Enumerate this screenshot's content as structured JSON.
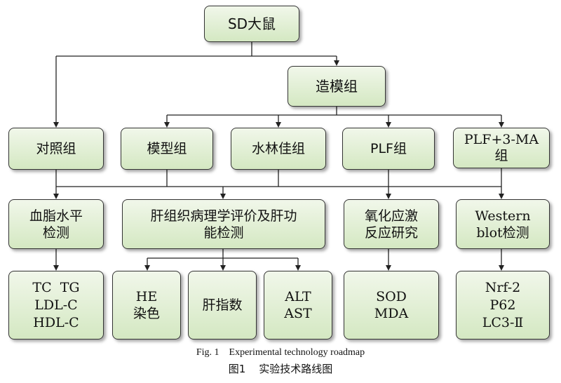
{
  "root": "SD大鼠",
  "modeling": "造模组",
  "groups": {
    "control": "对照组",
    "model": "模型组",
    "slj": "水林佳组",
    "plf": "PLF组",
    "plf3ma": [
      "PLF+3-MA",
      "组"
    ]
  },
  "tests": {
    "lipid": [
      "血脂水平",
      "检测"
    ],
    "liver": [
      "肝组织病理学评价及肝功",
      "能检测"
    ],
    "oxidative": [
      "氧化应激",
      "反应研究"
    ],
    "western": [
      "Western",
      "blot检测"
    ]
  },
  "results": {
    "lipid": [
      "TC  TG",
      "LDL-C",
      "HDL-C"
    ],
    "he": [
      "HE",
      "染色"
    ],
    "liver_index": "肝指数",
    "alt_ast": [
      "ALT",
      "AST"
    ],
    "sod_mda": [
      "SOD",
      "MDA"
    ],
    "western": [
      "Nrf-2",
      "P62",
      "LC3-Ⅱ"
    ]
  },
  "caption": {
    "en": "Fig. 1    Experimental technology roadmap",
    "zh": "图1    实验技术路线图"
  }
}
